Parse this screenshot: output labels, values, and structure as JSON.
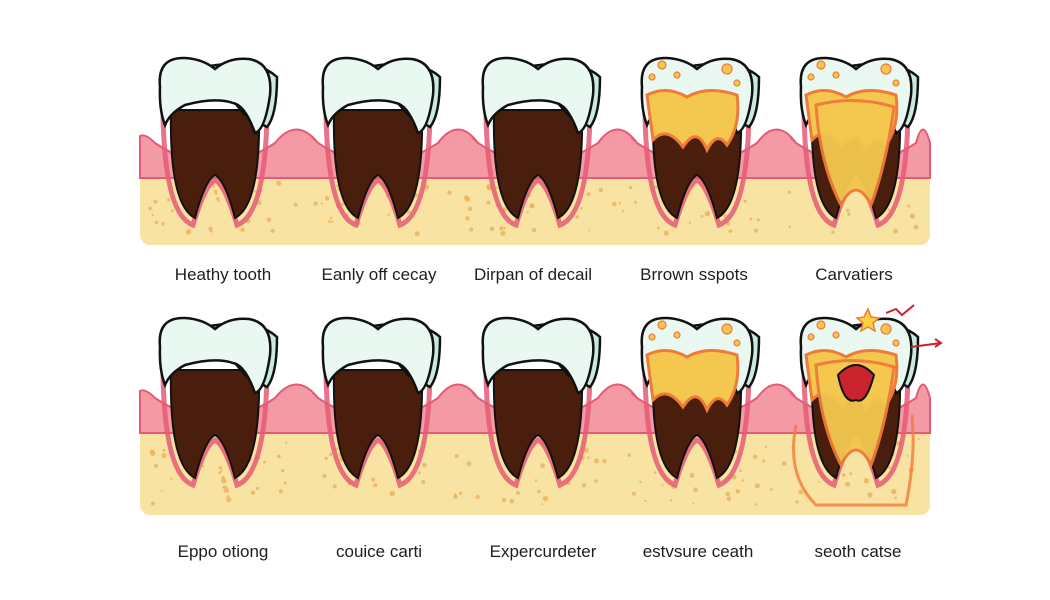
{
  "palette": {
    "enamel": "#e9f8f1",
    "enamel_shade": "#c9eadf",
    "pulp": "#4a1e0c",
    "gum": "#f39aa5",
    "gum_dark": "#e55a76",
    "bone": "#f9e3a3",
    "bone_dot": "#eab25c",
    "decay_yellow": "#f4c84f",
    "decay_orange": "#ef7a3a",
    "lesion": "#c9232d",
    "outline": "#111111"
  },
  "rows": [
    {
      "teeth": [
        {
          "stage": 0,
          "caption": "Heathy tooth"
        },
        {
          "stage": 0,
          "caption": "Eanly off cecay"
        },
        {
          "stage": 0,
          "caption": "Dirpan of decail"
        },
        {
          "stage": 1,
          "caption": "Brrown sspots"
        },
        {
          "stage": 2,
          "caption": "Carvatiers"
        }
      ]
    },
    {
      "teeth": [
        {
          "stage": 0,
          "caption": "Eppo otiong"
        },
        {
          "stage": 0,
          "caption": "couice carti"
        },
        {
          "stage": 0,
          "caption": "Expercurdeter"
        },
        {
          "stage": 1,
          "caption": "estvsure ceath"
        },
        {
          "stage": 3,
          "caption": "seoth catse"
        }
      ]
    }
  ]
}
